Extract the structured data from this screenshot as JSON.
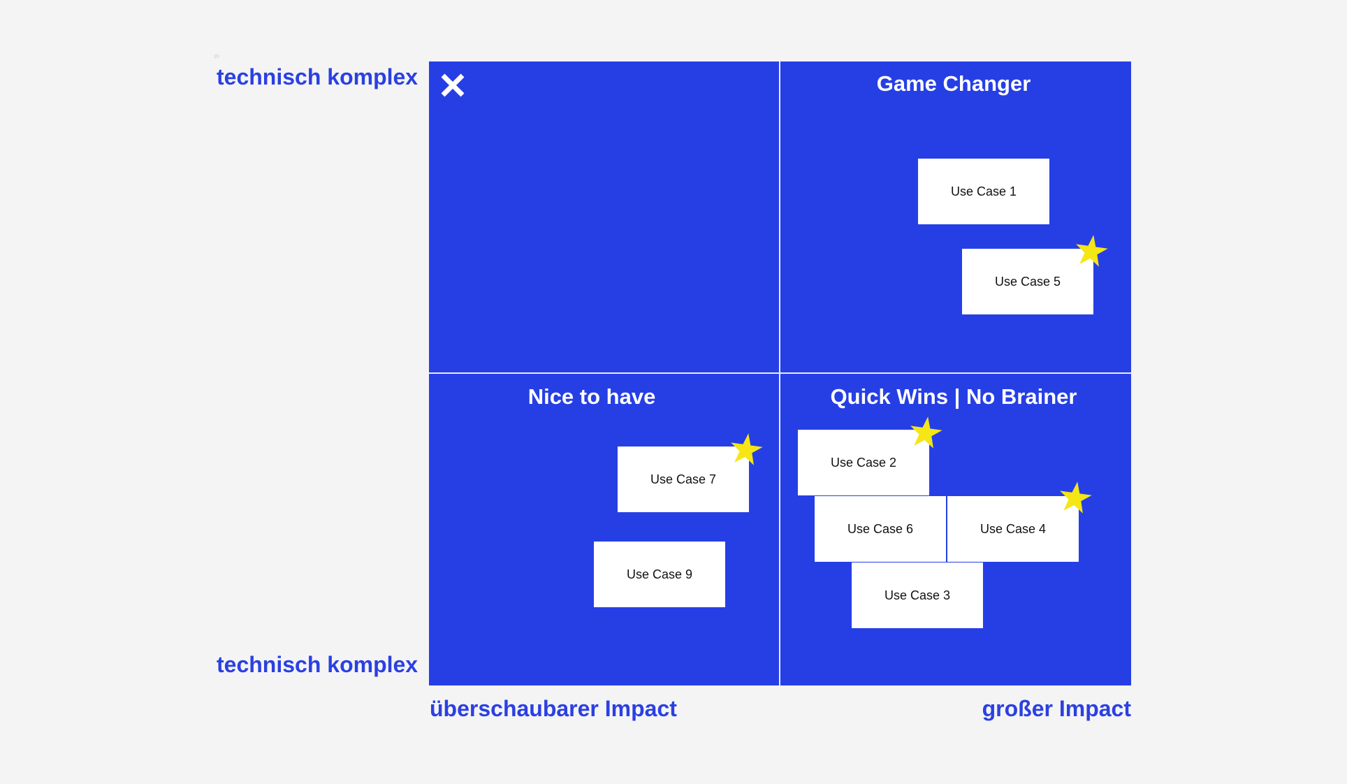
{
  "corner_mark": "20",
  "axes": {
    "y_top_label": "technisch komplex",
    "y_bottom_label": "technisch komplex",
    "x_left_label": "überschaubarer Impact",
    "x_right_label": "großer Impact"
  },
  "quadrants": {
    "top_left": {
      "title": "",
      "icon": "close-icon"
    },
    "top_right": {
      "title": "Game Changer"
    },
    "bottom_left": {
      "title": "Nice to have"
    },
    "bottom_right": {
      "title": "Quick Wins | No Brainer"
    }
  },
  "cards": [
    {
      "label": "Use Case 1",
      "starred": false
    },
    {
      "label": "Use Case 5",
      "starred": true
    },
    {
      "label": "Use Case 7",
      "starred": true
    },
    {
      "label": "Use Case 9",
      "starred": false
    },
    {
      "label": "Use Case 2",
      "starred": true
    },
    {
      "label": "Use Case 6",
      "starred": false
    },
    {
      "label": "Use Case 4",
      "starred": true
    },
    {
      "label": "Use Case 3",
      "starred": false
    }
  ],
  "colors": {
    "matrix_fill": "#263fe5",
    "label_blue": "#2b40e2",
    "star": "#f5e615",
    "card": "#ffffff"
  }
}
